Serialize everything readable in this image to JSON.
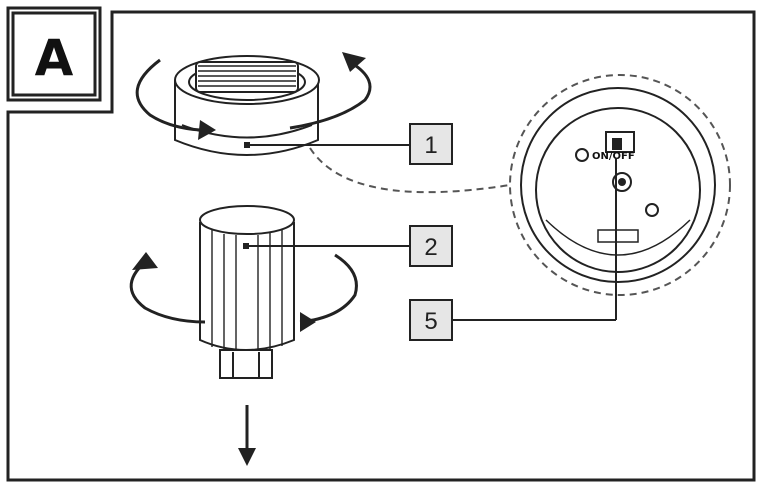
{
  "panel": {
    "letter": "A"
  },
  "callouts": [
    {
      "id": "1",
      "label": "1"
    },
    {
      "id": "2",
      "label": "2"
    },
    {
      "id": "5",
      "label": "5"
    }
  ],
  "detail": {
    "switch_text": "ON/OFF"
  },
  "colors": {
    "line": "#222222",
    "callout_fill": "#e6e6e6",
    "background": "#ffffff"
  }
}
